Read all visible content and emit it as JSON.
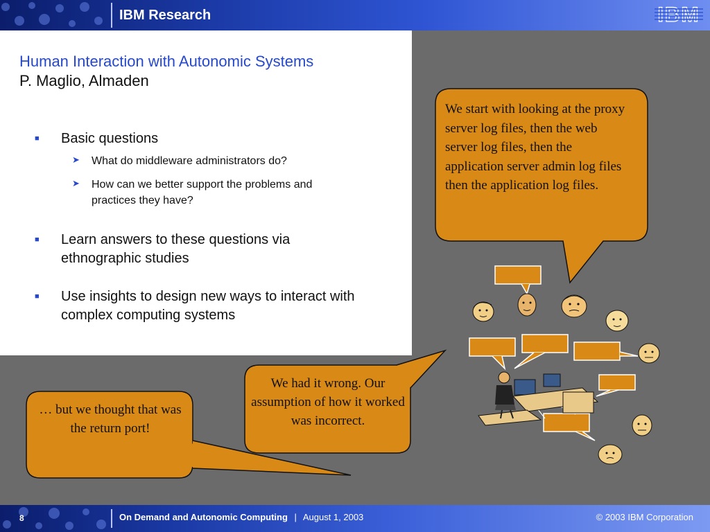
{
  "header": {
    "title": "IBM Research",
    "logo_text": "IBM"
  },
  "slide": {
    "title": "Human Interaction with Autonomic Systems",
    "subtitle": "P. Maglio, Almaden",
    "bullets": [
      {
        "text": "Basic questions",
        "sub": [
          "What do middleware administrators do?",
          "How can we better support the problems and practices they have?"
        ]
      },
      {
        "text": "Learn answers to these questions via ethnographic studies"
      },
      {
        "text": "Use insights to design new ways to interact with complex computing systems"
      }
    ]
  },
  "bubbles": {
    "top_right": "We start with looking at the proxy server log files, then the web server log files, then the application server admin log files then the application log files.",
    "middle": "We had it wrong. Our assumption of how it worked was incorrect.",
    "bottom_left": "… but we thought that was the return port!"
  },
  "footer": {
    "page": "8",
    "conference": "On Demand and Autonomic Computing",
    "separator": "|",
    "date": "August 1, 2003",
    "copyright": "© 2003 IBM Corporation"
  },
  "colors": {
    "bubble": "#d98915",
    "title_blue": "#2749c9",
    "slide_bg": "#6b6b6b"
  }
}
